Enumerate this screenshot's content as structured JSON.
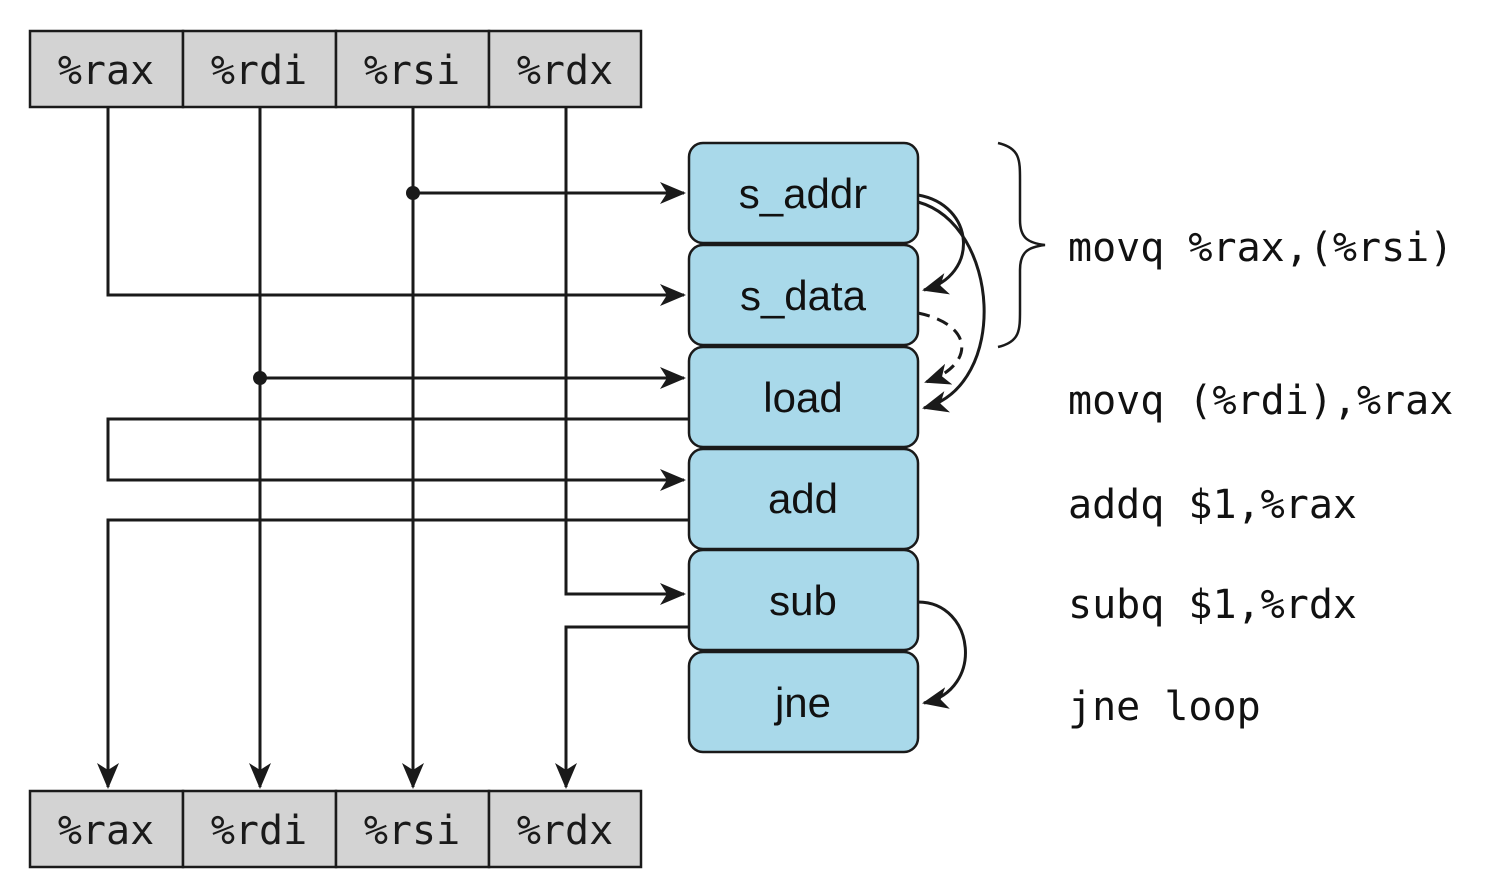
{
  "registers_top": [
    "%rax",
    "%rdi",
    "%rsi",
    "%rdx"
  ],
  "registers_bottom": [
    "%rax",
    "%rdi",
    "%rsi",
    "%rdx"
  ],
  "operations": [
    "s_addr",
    "s_data",
    "load",
    "add",
    "sub",
    "jne"
  ],
  "instructions": {
    "movq_store": "movq %rax,(%rsi)",
    "movq_load": "movq (%rdi),%rax",
    "addq": "addq $1,%rax",
    "subq": "subq $1,%rdx",
    "jne": "jne loop"
  },
  "colors": {
    "register_fill": "#d3d3d3",
    "operation_fill": "#a9d9ea",
    "line": "#1a1a1a"
  }
}
